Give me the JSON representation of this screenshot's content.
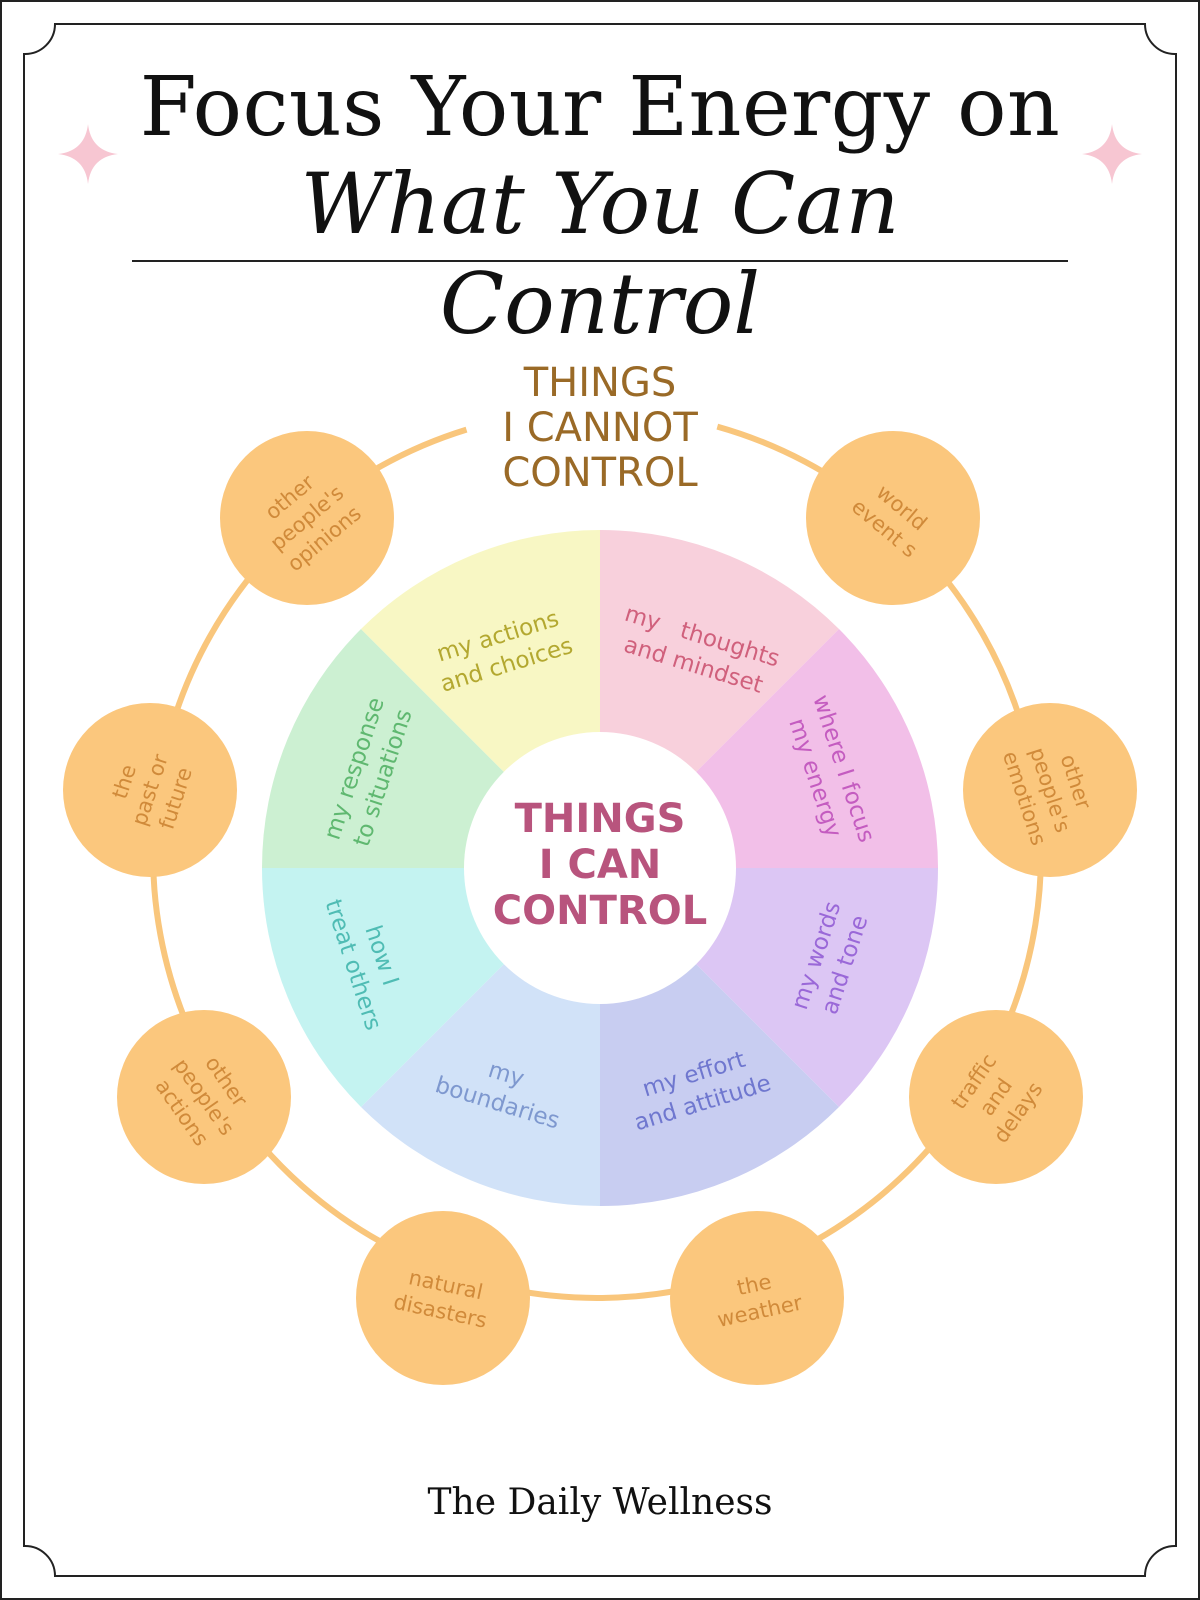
{
  "title": {
    "line1": "Focus Your Energy on",
    "line2": "What You Can Control"
  },
  "colors": {
    "accent_orange": "#fbc77d",
    "ring_orange": "#f9c67c",
    "outer_text": "#d08a3a",
    "cannot_text": "#9a6a27",
    "can_text": "#b8547d",
    "sparkle_pink": "#f7c6d2"
  },
  "cannot_control": {
    "heading": [
      "THINGS",
      "I CANNOT",
      "CONTROL"
    ],
    "items": [
      {
        "lines": [
          "other",
          "people's",
          "opinions"
        ]
      },
      {
        "lines": [
          "world",
          "event s"
        ]
      },
      {
        "lines": [
          "the",
          "past or",
          "future"
        ]
      },
      {
        "lines": [
          "other",
          "people's",
          "emotions"
        ]
      },
      {
        "lines": [
          "other",
          "people's",
          "actions"
        ]
      },
      {
        "lines": [
          "traffic",
          "and",
          "delays"
        ]
      },
      {
        "lines": [
          "natural",
          "disasters"
        ]
      },
      {
        "lines": [
          "the",
          "weather"
        ]
      }
    ]
  },
  "can_control": {
    "heading": [
      "THINGS",
      "I CAN",
      "CONTROL"
    ],
    "segments": [
      {
        "lines": [
          "my   thoughts",
          "and mindset"
        ],
        "fill": "#f8d0dc",
        "text_color": "#d0607c"
      },
      {
        "lines": [
          "where I focus",
          "my energy"
        ],
        "fill": "#f2bfe8",
        "text_color": "#c45cc0"
      },
      {
        "lines": [
          "my words",
          "and tone"
        ],
        "fill": "#dcc6f4",
        "text_color": "#9a68d8"
      },
      {
        "lines": [
          "my effort",
          "and attitude"
        ],
        "fill": "#c8cdf1",
        "text_color": "#6f77cf"
      },
      {
        "lines": [
          "my",
          "boundaries"
        ],
        "fill": "#d1e2f8",
        "text_color": "#7e98cf"
      },
      {
        "lines": [
          "how I",
          "treat others"
        ],
        "fill": "#c4f3f1",
        "text_color": "#4fbcb4"
      },
      {
        "lines": [
          "my response",
          "to situations"
        ],
        "fill": "#ccf0d2",
        "text_color": "#5fb870"
      },
      {
        "lines": [
          "my actions",
          "and choices"
        ],
        "fill": "#f8f7c4",
        "text_color": "#b3a830"
      }
    ]
  },
  "footer": {
    "brand": "The Daily Wellness"
  },
  "icons": [
    "sparkle-icon",
    "sparkle-icon"
  ]
}
